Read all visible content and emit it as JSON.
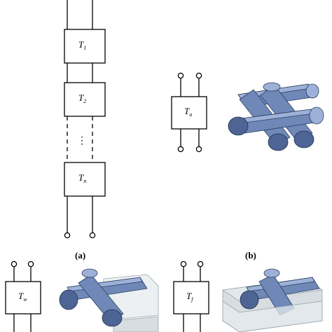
{
  "panel_a": {
    "blocks": [
      {
        "letter": "T",
        "subscript": "1"
      },
      {
        "letter": "T",
        "subscript": "2"
      },
      {
        "letter": "T",
        "subscript": "n"
      }
    ],
    "ellipsis": "⋮",
    "caption": "(a)"
  },
  "panel_b": {
    "block": {
      "letter": "T",
      "subscript": "u"
    },
    "caption": "(b)"
  },
  "panel_c": {
    "block_w": {
      "letter": "T",
      "subscript": "w"
    },
    "block_f": {
      "letter": "T",
      "subscript": "f"
    }
  },
  "colors": {
    "tube": "#6f88b8",
    "tube_highlight": "#9db1d8",
    "tube_shadow": "#4d6494",
    "substrate": "#e6ebee"
  }
}
